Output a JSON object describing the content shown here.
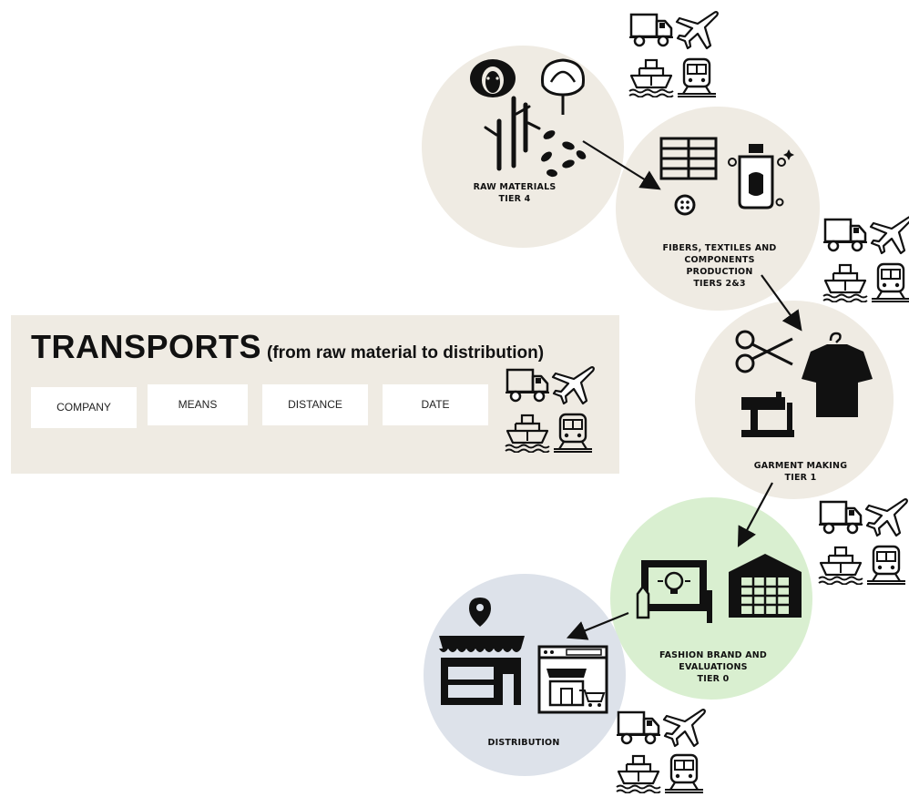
{
  "panel": {
    "title": "TRANSPORTS",
    "subtitle": "(from raw material to distribution)",
    "fields": [
      "COMPANY",
      "MEANS",
      "DISTANCE",
      "DATE"
    ]
  },
  "stages": [
    {
      "line1": "RAW MATERIALS",
      "line2": "TIER 4",
      "color": "#efebe3"
    },
    {
      "line1": "FIBERS, TEXTILES AND",
      "line2": "COMPONENTS",
      "line3": "PRODUCTION",
      "line4": "TIERS 2&3",
      "color": "#efebe3"
    },
    {
      "line1": "GARMENT MAKING",
      "line2": "TIER 1",
      "color": "#efebe3"
    },
    {
      "line1": "FASHION BRAND AND",
      "line2": "EVALUATIONS",
      "line3": "TIER 0",
      "color": "#d9efd0"
    },
    {
      "line1": "DISTRIBUTION",
      "color": "#dde2ea"
    }
  ],
  "icons": [
    "sheep-icon",
    "cotton-icon",
    "bamboo-icon",
    "seeds-icon",
    "fabric-icon",
    "button-icon",
    "detergent-icon",
    "scissors-icon",
    "tshirt-icon",
    "sewing-machine-icon",
    "design-board-icon",
    "warehouse-icon",
    "store-icon",
    "online-shop-icon",
    "truck-icon",
    "plane-icon",
    "ship-icon",
    "train-icon"
  ]
}
